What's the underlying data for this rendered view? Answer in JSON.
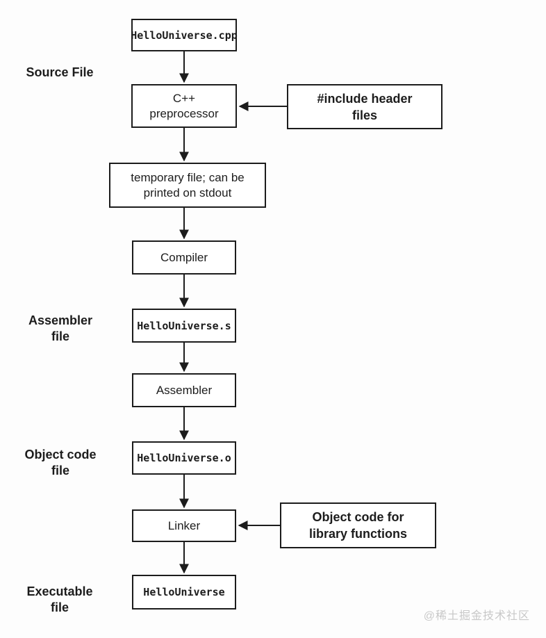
{
  "colors": {
    "ink": "#1c1c1c",
    "background": "#fdfdfd",
    "box_fill": "#ffffff",
    "watermark": "#c8c8c8"
  },
  "nodes": {
    "cpp": {
      "text": "HelloUniverse.cpp"
    },
    "preprocessor": {
      "lines": [
        "C++",
        "preprocessor"
      ]
    },
    "include": {
      "lines": [
        "#include header",
        "files"
      ]
    },
    "tempfile": {
      "lines": [
        "temporary file; can be",
        "printed on stdout"
      ]
    },
    "compiler": {
      "text": "Compiler"
    },
    "sfile": {
      "text": "HelloUniverse.s"
    },
    "assembler": {
      "text": "Assembler"
    },
    "ofile": {
      "text": "HelloUniverse.o"
    },
    "linker": {
      "text": "Linker"
    },
    "libobj": {
      "lines": [
        "Object code for",
        "library functions"
      ]
    },
    "exe": {
      "text": "HelloUniverse"
    }
  },
  "stage_labels": {
    "source": {
      "lines": [
        "Source File"
      ]
    },
    "assembler_file": {
      "lines": [
        "Assembler",
        "file"
      ]
    },
    "object_file": {
      "lines": [
        "Object code",
        "file"
      ]
    },
    "executable_file": {
      "lines": [
        "Executable",
        "file"
      ]
    }
  },
  "watermark": "@稀土掘金技术社区"
}
